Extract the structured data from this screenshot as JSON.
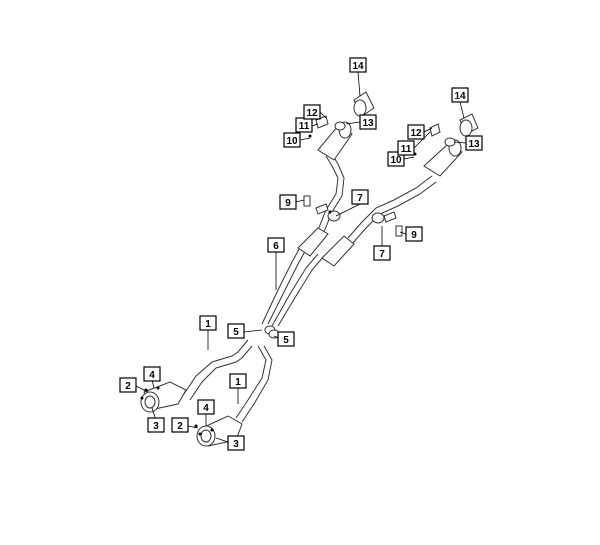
{
  "diagram": {
    "callouts": [
      {
        "label": "1"
      },
      {
        "label": "1"
      },
      {
        "label": "2"
      },
      {
        "label": "2"
      },
      {
        "label": "3"
      },
      {
        "label": "3"
      },
      {
        "label": "4"
      },
      {
        "label": "4"
      },
      {
        "label": "5"
      },
      {
        "label": "5"
      },
      {
        "label": "6"
      },
      {
        "label": "7"
      },
      {
        "label": "7"
      },
      {
        "label": "9"
      },
      {
        "label": "9"
      },
      {
        "label": "10"
      },
      {
        "label": "10"
      },
      {
        "label": "11"
      },
      {
        "label": "11"
      },
      {
        "label": "12"
      },
      {
        "label": "12"
      },
      {
        "label": "13"
      },
      {
        "label": "13"
      },
      {
        "label": "14"
      },
      {
        "label": "14"
      }
    ]
  }
}
